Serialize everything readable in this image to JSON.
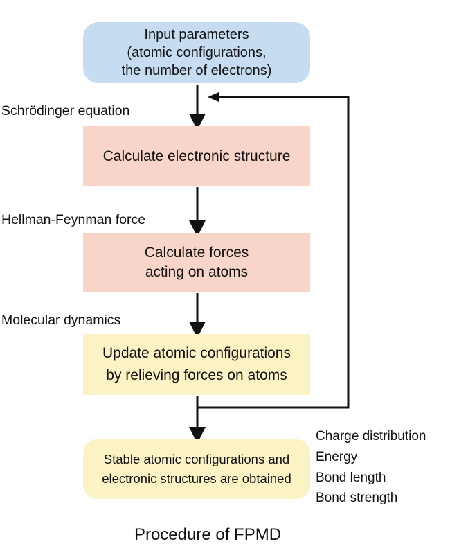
{
  "steps": {
    "input": [
      "Input parameters",
      "(atomic configurations,",
      "the number of electrons)"
    ],
    "electronic": "Calculate electronic structure",
    "forces": [
      "Calculate forces",
      "acting on atoms"
    ],
    "update": [
      "Update atomic configurations",
      "by relieving forces on atoms"
    ],
    "stable": [
      "Stable atomic configurations and",
      "electronic structures are obtained"
    ]
  },
  "side_labels": {
    "schrodinger": "Schrödinger equation",
    "hellman": "Hellman-Feynman force",
    "molecular": "Molecular dynamics"
  },
  "results": [
    "Charge distribution",
    "Energy",
    "Bond length",
    "Bond strength"
  ],
  "caption": "Procedure of FPMD"
}
